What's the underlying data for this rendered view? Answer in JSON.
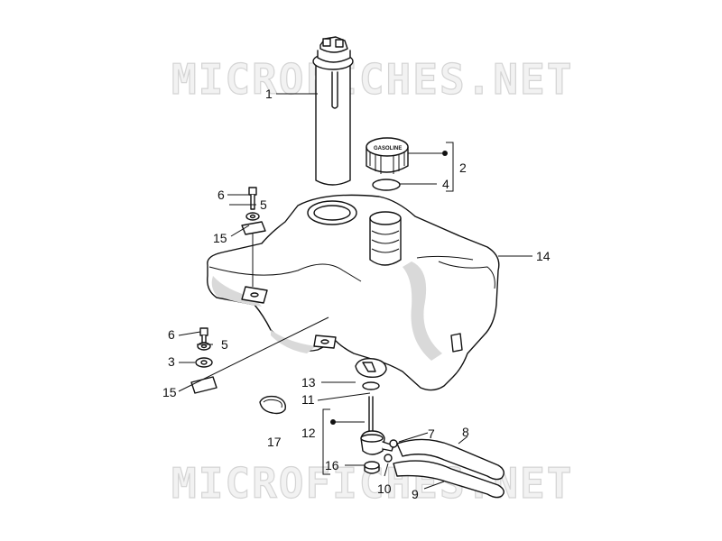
{
  "watermark": {
    "text": "MICROFICHES.NET"
  },
  "callouts": {
    "c1": "1",
    "c2": "2",
    "c4": "4",
    "c6a": "6",
    "c5a": "5",
    "c15a": "15",
    "c14": "14",
    "c6b": "6",
    "c5b": "5",
    "c3": "3",
    "c15b": "15",
    "c13": "13",
    "c11": "11",
    "c12": "12",
    "c16": "16",
    "c17": "17",
    "c7": "7",
    "c8": "8",
    "c10": "10",
    "c9": "9"
  },
  "cap_label": "GASOLINE"
}
